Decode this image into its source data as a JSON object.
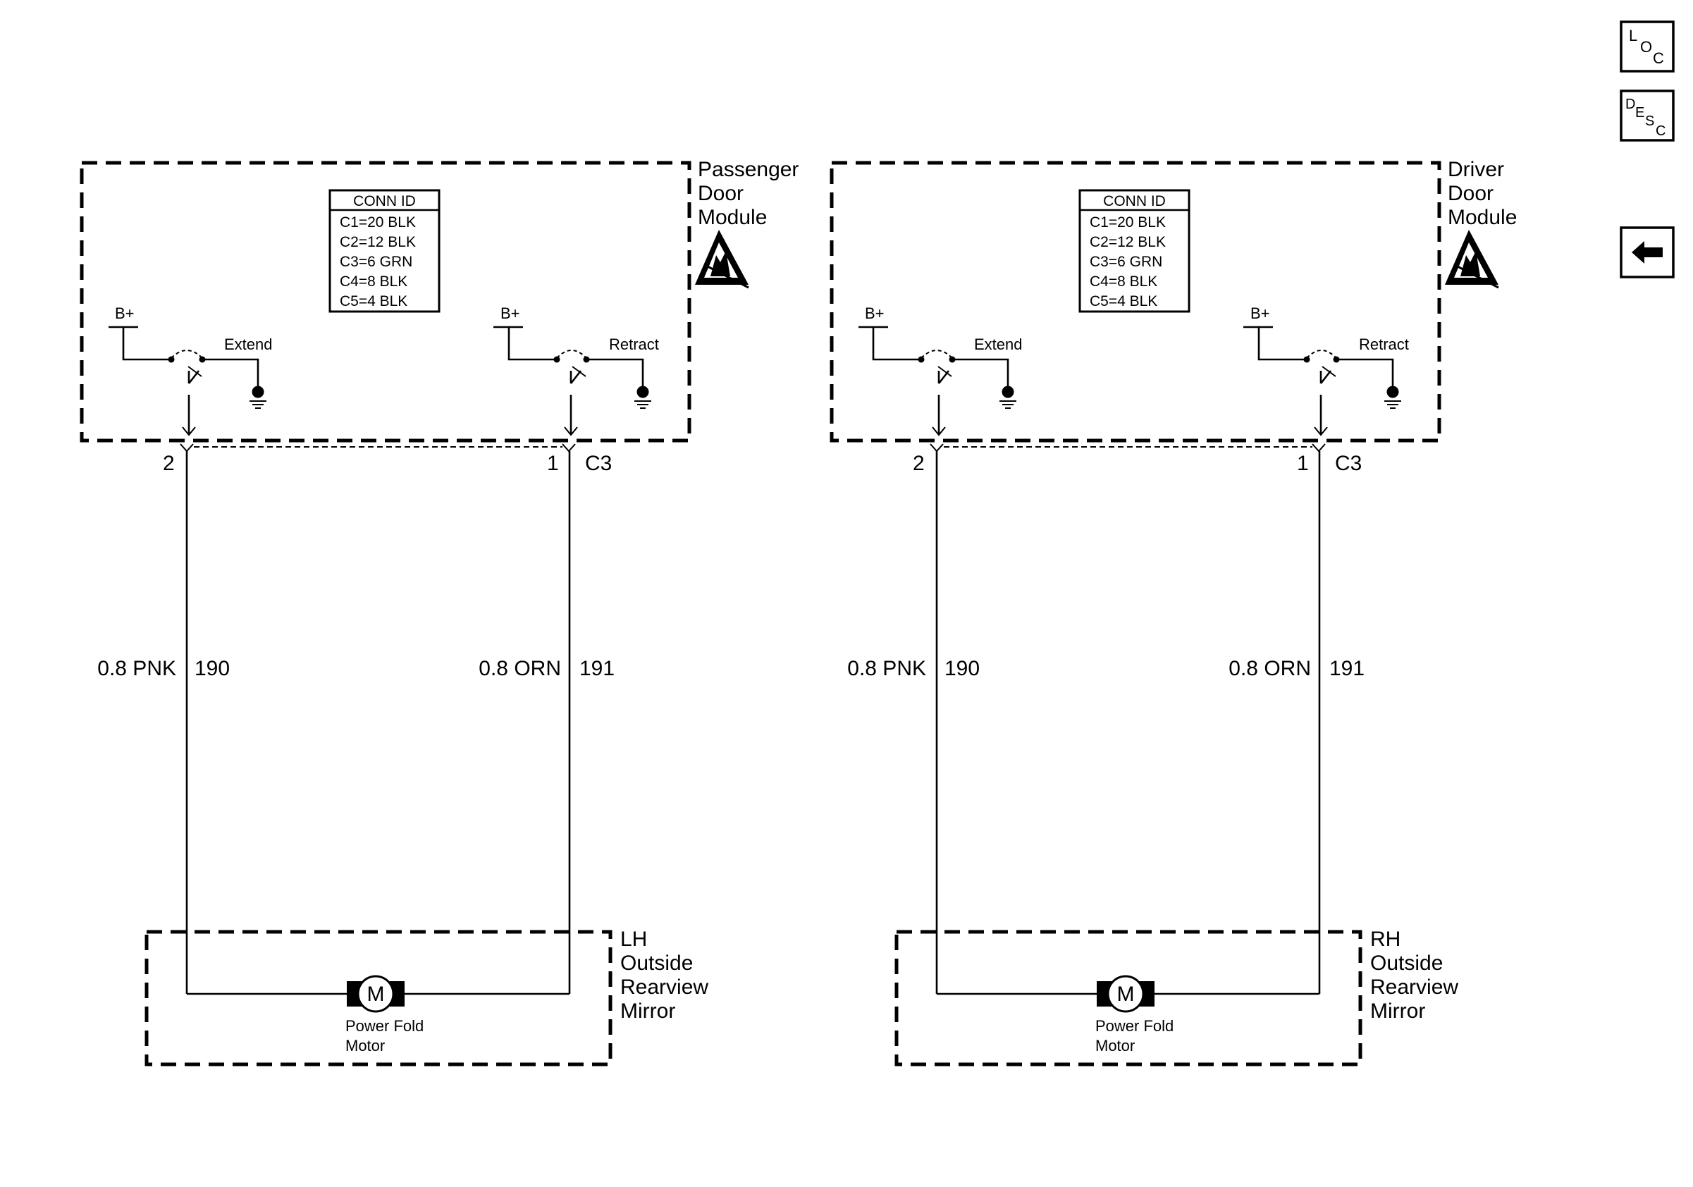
{
  "nav": {
    "loc": [
      "L",
      "O",
      "C"
    ],
    "desc": [
      "D",
      "E",
      "S",
      "C"
    ],
    "back_icon": "left-arrow-icon"
  },
  "panels": [
    {
      "module_label": [
        "Passenger",
        "Door",
        "Module"
      ],
      "esd_icon": "esd-warning-icon",
      "conn_id": {
        "header": "CONN ID",
        "rows": [
          "C1=20 BLK",
          "C2=12 BLK",
          "C3=6 GRN",
          "C4=8 BLK",
          "C5=4 BLK"
        ]
      },
      "switch_left": {
        "supply": "B+",
        "label": "Extend"
      },
      "switch_right": {
        "supply": "B+",
        "label": "Retract"
      },
      "connector": "C3",
      "pin_left": "2",
      "pin_right": "1",
      "wire_left": {
        "gauge_color": "0.8 PNK",
        "circuit": "190"
      },
      "wire_right": {
        "gauge_color": "0.8 ORN",
        "circuit": "191"
      },
      "motor": {
        "symbol": "M",
        "label": [
          "Power Fold",
          "Motor"
        ]
      },
      "mirror_label": [
        "LH",
        "Outside",
        "Rearview",
        "Mirror"
      ]
    },
    {
      "module_label": [
        "Driver",
        "Door",
        "Module"
      ],
      "esd_icon": "esd-warning-icon",
      "conn_id": {
        "header": "CONN ID",
        "rows": [
          "C1=20 BLK",
          "C2=12 BLK",
          "C3=6 GRN",
          "C4=8 BLK",
          "C5=4 BLK"
        ]
      },
      "switch_left": {
        "supply": "B+",
        "label": "Extend"
      },
      "switch_right": {
        "supply": "B+",
        "label": "Retract"
      },
      "connector": "C3",
      "pin_left": "2",
      "pin_right": "1",
      "wire_left": {
        "gauge_color": "0.8 PNK",
        "circuit": "190"
      },
      "wire_right": {
        "gauge_color": "0.8 ORN",
        "circuit": "191"
      },
      "motor": {
        "symbol": "M",
        "label": [
          "Power Fold",
          "Motor"
        ]
      },
      "mirror_label": [
        "RH",
        "Outside",
        "Rearview",
        "Mirror"
      ]
    }
  ]
}
